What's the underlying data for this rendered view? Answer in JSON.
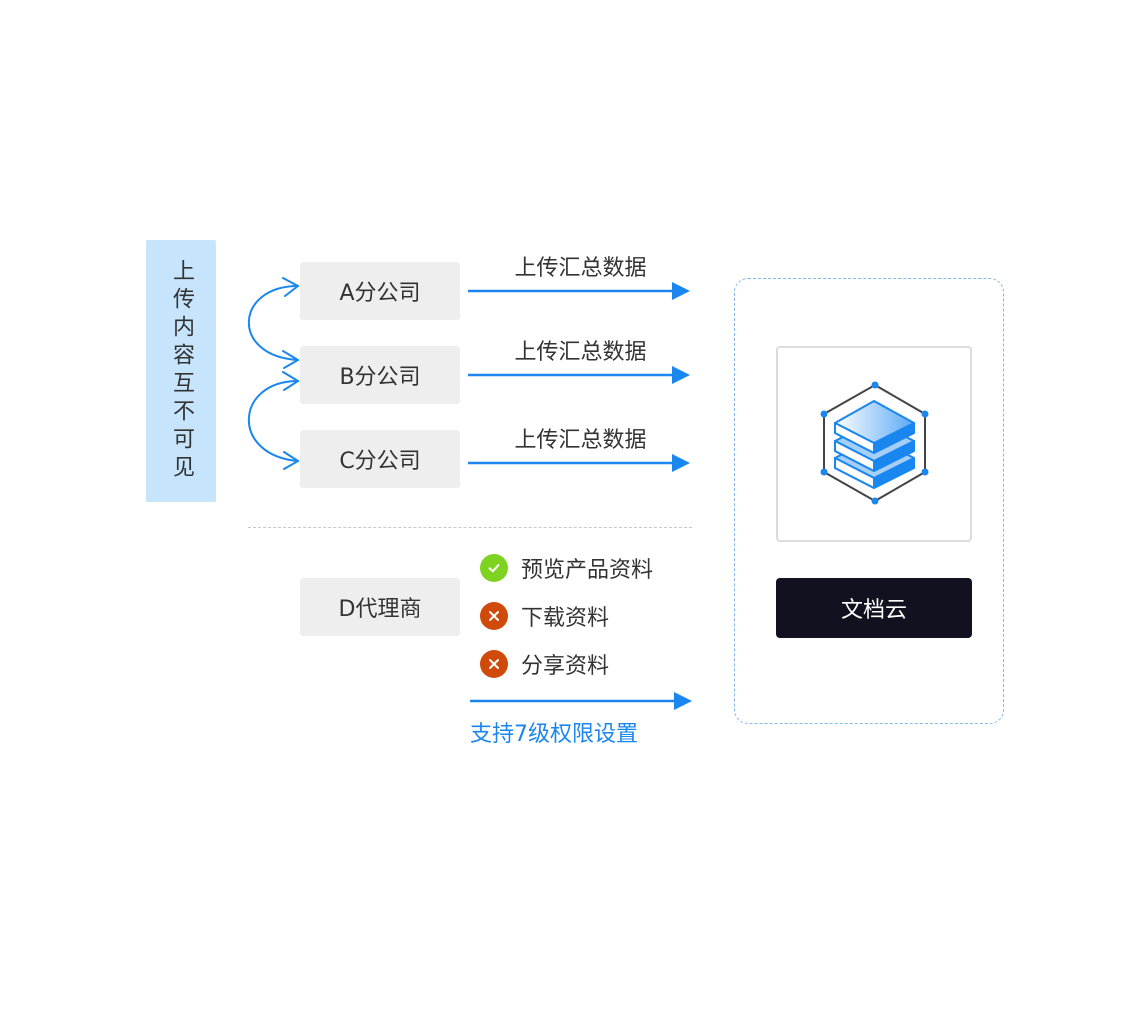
{
  "isolation_note": "上传内容互不可见",
  "branches": [
    {
      "label": "A分公司",
      "action": "上传汇总数据"
    },
    {
      "label": "B分公司",
      "action": "上传汇总数据"
    },
    {
      "label": "C分公司",
      "action": "上传汇总数据"
    }
  ],
  "agent": {
    "label": "D代理商",
    "permissions": [
      {
        "label": "预览产品资料",
        "allowed": true,
        "icon": "check-icon"
      },
      {
        "label": "下载资料",
        "allowed": false,
        "icon": "close-icon"
      },
      {
        "label": "分享资料",
        "allowed": false,
        "icon": "close-icon"
      }
    ],
    "note": "支持7级权限设置"
  },
  "cloud": {
    "label": "文档云",
    "logo_icon": "stacked-layers-hexagon-icon"
  },
  "colors": {
    "accent": "#1a86f0",
    "allowed": "#7ed321",
    "denied": "#d04a0b",
    "isolation_bg": "#c6e4fb",
    "node_bg": "#eeeeee",
    "cloud_button": "#12111f"
  }
}
